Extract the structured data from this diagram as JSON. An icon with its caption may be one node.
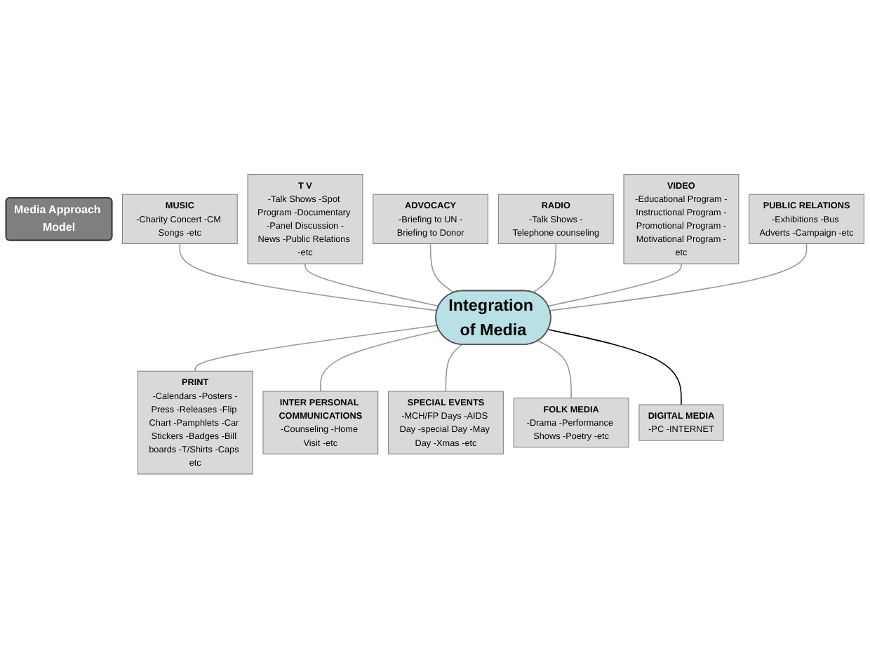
{
  "diagram": {
    "nodes": [
      {
        "text": [
          "Media Approach Model"
        ]
      },
      {
        "text": [
          "Integration of Media"
        ]
      },
      {
        "text": [
          "MUSIC",
          "-Charity Concert -CM Songs -etc"
        ]
      },
      {
        "text": [
          "T V",
          "-Talk Shows -Spot Program -Documentary -Panel Discussion -News -Public Relations -etc"
        ]
      },
      {
        "text": [
          "ADVOCACY",
          "-Briefing to UN -Briefing to Donor"
        ]
      },
      {
        "text": [
          "RADIO",
          "-Talk Shows -Telephone counseling"
        ]
      },
      {
        "text": [
          "VIDEO",
          "-Educational Program -Instructional Program -Promotional Program -Motivational Program -etc"
        ]
      },
      {
        "text": [
          "PUBLIC RELATIONS",
          "-Exhibitions -Bus Adverts -Campaign -etc"
        ]
      },
      {
        "text": [
          "PRINT",
          "-Calendars -Posters -Press -Releases -Flip Chart -Pamphlets -Car Stickers -Badges -Bill boards -T/Shirts -Caps etc"
        ]
      },
      {
        "text": [
          "INTER PERSONAL COMMUNICATIONS",
          "-Counseling -Home Visit -etc"
        ]
      },
      {
        "text": [
          "SPECIAL EVENTS",
          "-MCH/FP Days -AIDS Day -special Day -May Day -Xmas -etc"
        ]
      },
      {
        "text": [
          "FOLK MEDIA",
          "-Drama -Performance Shows -Poetry -etc"
        ]
      },
      {
        "text": [
          "DIGITAL MEDIA",
          "-PC -INTERNET"
        ]
      }
    ],
    "edges": [
      {
        "from": 2,
        "to": 1,
        "arrow": "none"
      },
      {
        "from": 3,
        "to": 1,
        "arrow": "none"
      },
      {
        "from": 4,
        "to": 1,
        "arrow": "none"
      },
      {
        "from": 5,
        "to": 1,
        "arrow": "none"
      },
      {
        "from": 6,
        "to": 1,
        "arrow": "none"
      },
      {
        "from": 7,
        "to": 1,
        "arrow": "none"
      },
      {
        "from": 1,
        "to": 8,
        "arrow": "none"
      },
      {
        "from": 1,
        "to": 9,
        "arrow": "none"
      },
      {
        "from": 1,
        "to": 10,
        "arrow": "none"
      },
      {
        "from": 1,
        "to": 11,
        "arrow": "none"
      },
      {
        "from": 1,
        "to": 12,
        "arrow": "none",
        "color": "#000000"
      }
    ]
  }
}
